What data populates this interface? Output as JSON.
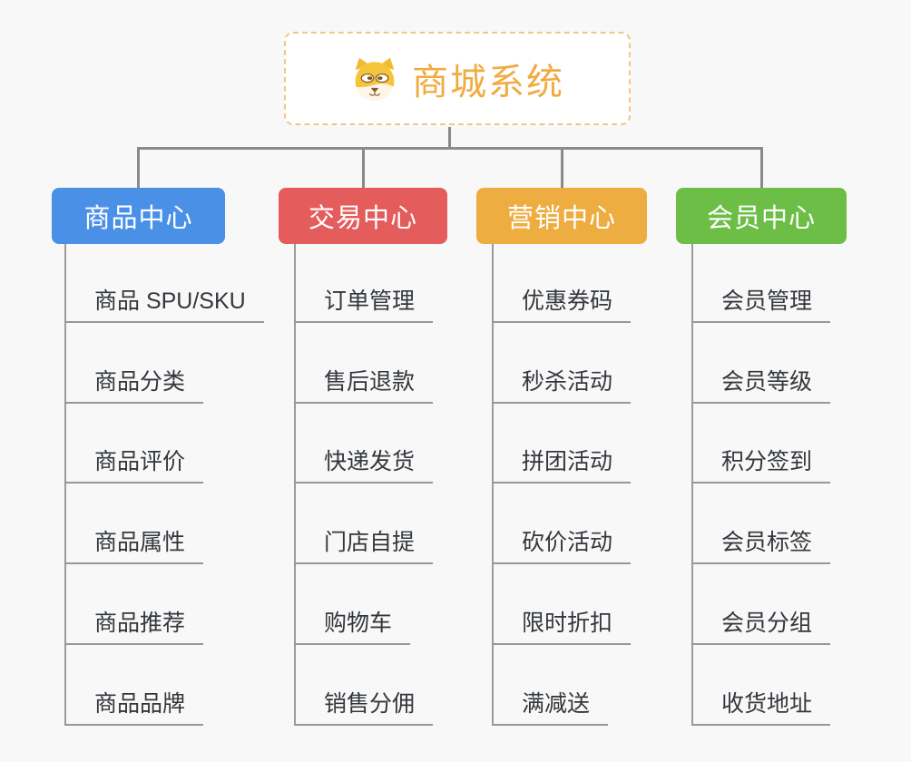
{
  "root": {
    "title": "商城系统",
    "icon": "dog-face",
    "text_color": "#f0ab41",
    "border_color": "#f3c687"
  },
  "colors": {
    "connector": "#8a8a8a",
    "trunk": "#9b9b9b",
    "background": "#f8f8f8"
  },
  "branches": [
    {
      "label": "商品中心",
      "color": "#4b90e7",
      "items": [
        "商品 SPU/SKU",
        "商品分类",
        "商品评价",
        "商品属性",
        "商品推荐",
        "商品品牌"
      ]
    },
    {
      "label": "交易中心",
      "color": "#e45c5c",
      "items": [
        "订单管理",
        "售后退款",
        "快递发货",
        "门店自提",
        "购物车",
        "销售分佣"
      ]
    },
    {
      "label": "营销中心",
      "color": "#eead41",
      "items": [
        "优惠券码",
        "秒杀活动",
        "拼团活动",
        "砍价活动",
        "限时折扣",
        "满减送"
      ]
    },
    {
      "label": "会员中心",
      "color": "#6dbe46",
      "items": [
        "会员管理",
        "会员等级",
        "积分签到",
        "会员标签",
        "会员分组",
        "收货地址"
      ]
    }
  ]
}
